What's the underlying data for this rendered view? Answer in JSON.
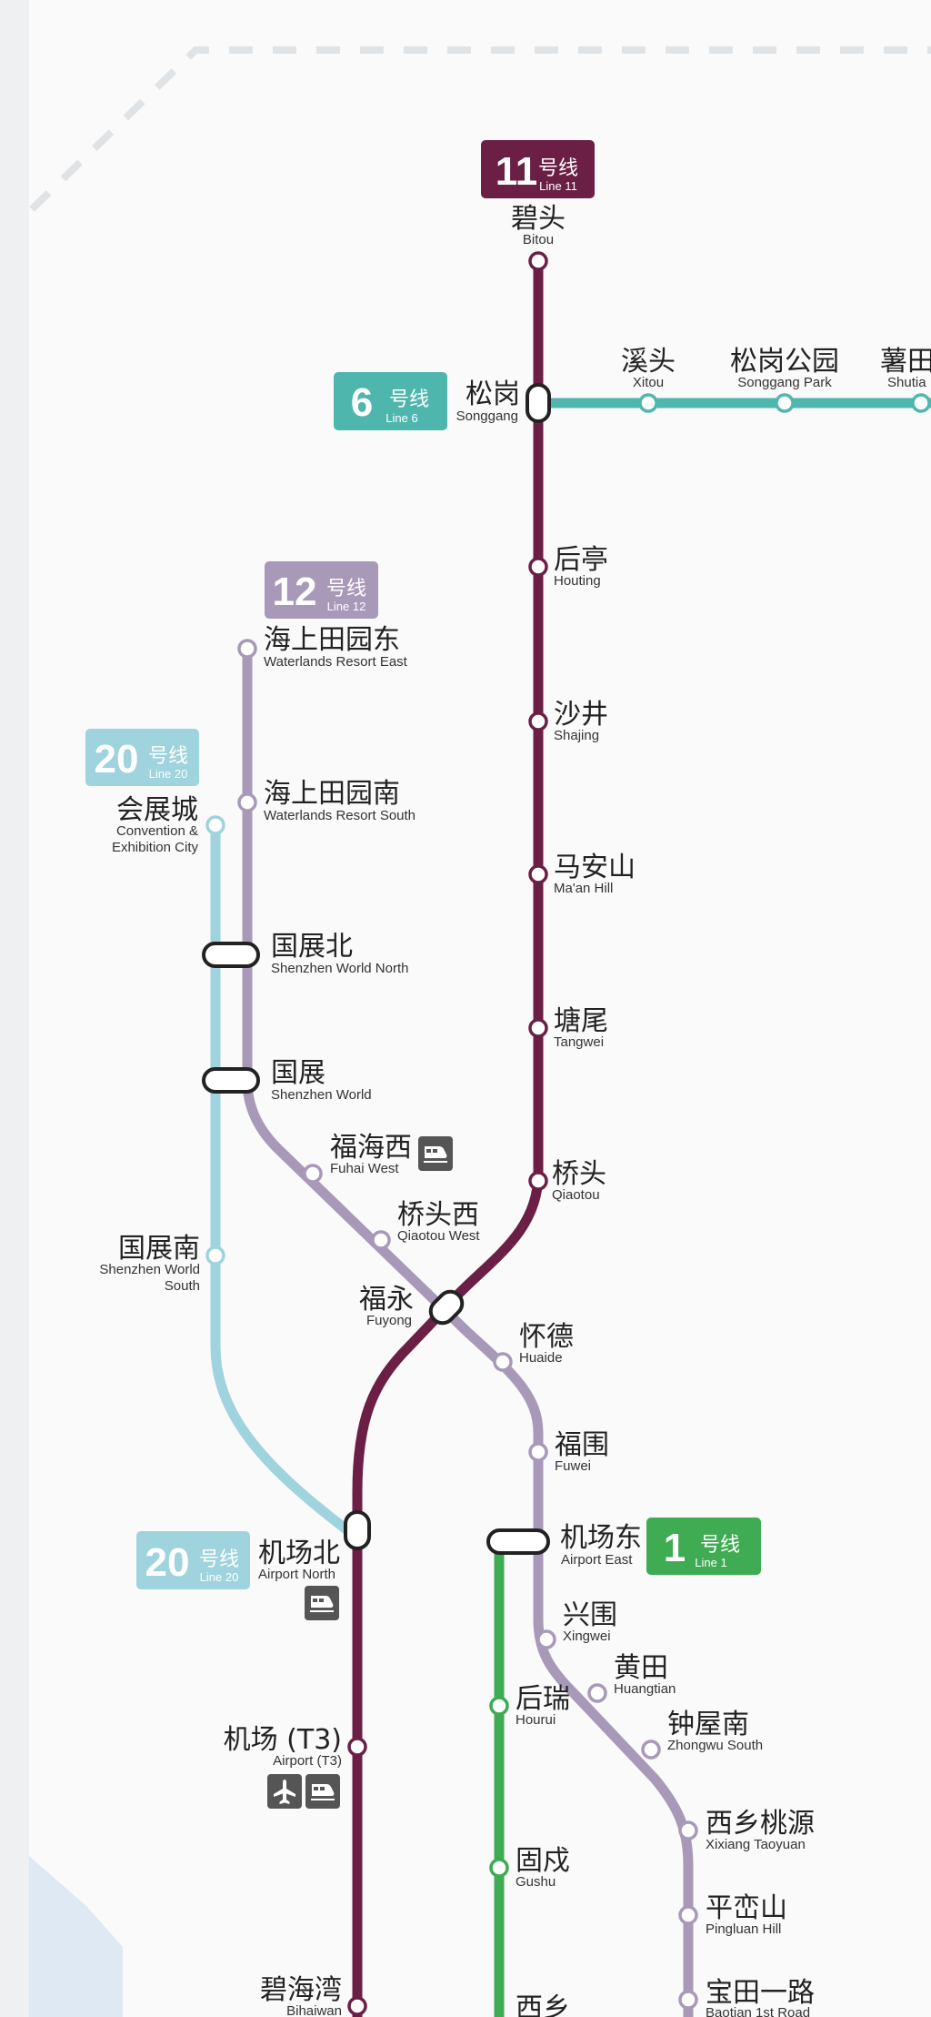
{
  "lines": {
    "l11": {
      "num": "11",
      "hao": "号线",
      "en": "Line 11",
      "color": "#6b1f45"
    },
    "l6": {
      "num": "6",
      "hao": "号线",
      "en": "Line 6",
      "color": "#4fb6ae"
    },
    "l12": {
      "num": "12",
      "hao": "号线",
      "en": "Line 12",
      "color": "#a899b9"
    },
    "l20a": {
      "num": "20",
      "hao": "号线",
      "en": "Line 20",
      "color": "#9fd3dd"
    },
    "l20b": {
      "num": "20",
      "hao": "号线",
      "en": "Line 20",
      "color": "#9fd3dd"
    },
    "l1": {
      "num": "1",
      "hao": "号线",
      "en": "Line 1",
      "color": "#3fab52"
    }
  },
  "stations": {
    "bitou": {
      "cn": "碧头",
      "en": "Bitou"
    },
    "songgang": {
      "cn": "松岗",
      "en": "Songgang"
    },
    "xitou": {
      "cn": "溪头",
      "en": "Xitou"
    },
    "songgang_park": {
      "cn": "松岗公园",
      "en": "Songgang Park"
    },
    "shutian": {
      "cn": "薯田",
      "en": "Shutia"
    },
    "houting": {
      "cn": "后亭",
      "en": "Houting"
    },
    "shajing": {
      "cn": "沙井",
      "en": "Shajing"
    },
    "maanshan": {
      "cn": "马安山",
      "en": "Ma'an Hill"
    },
    "tangwei": {
      "cn": "塘尾",
      "en": "Tangwei"
    },
    "qiaotou": {
      "cn": "桥头",
      "en": "Qiaotou"
    },
    "haishang_east": {
      "cn": "海上田园东",
      "en": "Waterlands Resort East"
    },
    "haishang_south": {
      "cn": "海上田园南",
      "en": "Waterlands Resort South"
    },
    "huizhancheng": {
      "cn": "会展城",
      "en1": "Convention &",
      "en2": "Exhibition City"
    },
    "guozhan_north": {
      "cn": "国展北",
      "en": "Shenzhen World North"
    },
    "guozhan": {
      "cn": "国展",
      "en": "Shenzhen World"
    },
    "fuhai_west": {
      "cn": "福海西",
      "en": "Fuhai West"
    },
    "qiaotou_west": {
      "cn": "桥头西",
      "en": "Qiaotou West"
    },
    "guozhan_south": {
      "cn": "国展南",
      "en1": "Shenzhen World",
      "en2": "South"
    },
    "fuyong": {
      "cn": "福永",
      "en": "Fuyong"
    },
    "huaide": {
      "cn": "怀德",
      "en": "Huaide"
    },
    "fuwei": {
      "cn": "福围",
      "en": "Fuwei"
    },
    "airport_east": {
      "cn": "机场东",
      "en": "Airport East"
    },
    "airport_north": {
      "cn": "机场北",
      "en": "Airport North"
    },
    "xingwei": {
      "cn": "兴围",
      "en": "Xingwei"
    },
    "huangtian": {
      "cn": "黄田",
      "en": "Huangtian"
    },
    "zhongwu_south": {
      "cn": "钟屋南",
      "en": "Zhongwu South"
    },
    "hourui": {
      "cn": "后瑞",
      "en": "Hourui"
    },
    "airport_t3": {
      "cn": "机场 (T3)",
      "en": "Airport (T3)"
    },
    "xixiang_taoyuan": {
      "cn": "西乡桃源",
      "en": "Xixiang Taoyuan"
    },
    "gushu": {
      "cn": "固戍",
      "en": "Gushu"
    },
    "pingluan": {
      "cn": "平峦山",
      "en": "Pingluan Hill"
    },
    "bihaiwan": {
      "cn": "碧海湾",
      "en": "Bihaiwan"
    },
    "baotian1": {
      "cn": "宝田一路",
      "en": "Baotian 1st Road"
    },
    "xixiang_partial": {
      "cn": "西乡"
    }
  },
  "icons": [
    "train-icon",
    "plane-icon"
  ]
}
